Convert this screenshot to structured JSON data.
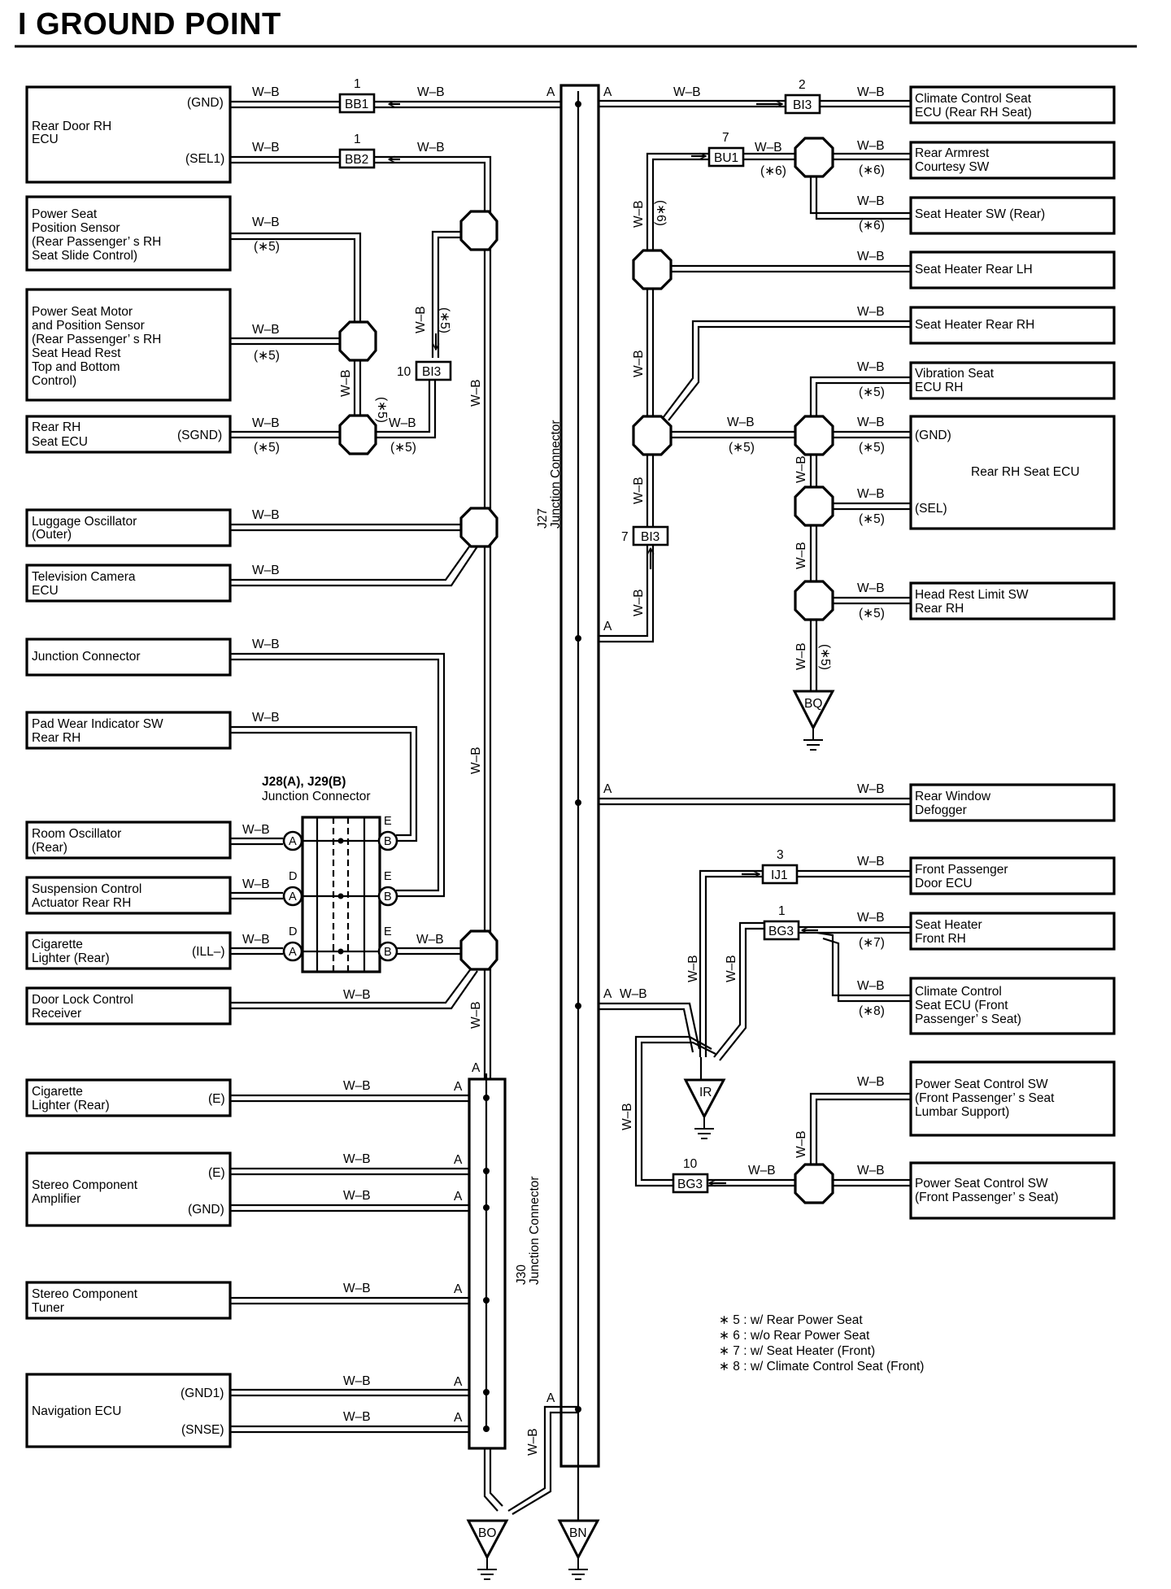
{
  "title": "I  GROUND POINT",
  "wire_color": "W–B",
  "connectors": {
    "bb1": {
      "code": "BB1",
      "pin": "1"
    },
    "bb2": {
      "code": "BB2",
      "pin": "1"
    },
    "bi3_top": {
      "code": "BI3",
      "pin": "2"
    },
    "bu1": {
      "code": "BU1",
      "pin": "7"
    },
    "bi3_left": {
      "code": "BI3",
      "pin": "10"
    },
    "bi3_mid": {
      "code": "BI3",
      "pin": "7"
    },
    "ij1": {
      "code": "IJ1",
      "pin": "3"
    },
    "bg3_top": {
      "code": "BG3",
      "pin": "1"
    },
    "bg3_bottom": {
      "code": "BG3",
      "pin": "10"
    }
  },
  "junctions": {
    "j27": {
      "id": "J27",
      "name": "Junction Connector"
    },
    "j30": {
      "id": "J30",
      "name": "Junction Connector"
    },
    "j28": {
      "id": "J28(A), J29(B)",
      "name": "Junction Connector",
      "pin_a": "A",
      "pin_b": "B",
      "pin_d": "D",
      "pin_e": "E"
    }
  },
  "grounds": {
    "bq": "BQ",
    "ir": "IR",
    "bo": "BO",
    "bn": "BN"
  },
  "pin_a": "A",
  "left_components": {
    "rear_door_rh_ecu": {
      "line1": "Rear Door RH",
      "line2": "ECU",
      "pin_gnd": "(GND)",
      "pin_sel": "(SEL1)"
    },
    "power_seat_pos_sensor": {
      "line1": "Power Seat",
      "line2": "Position Sensor",
      "line3": "(Rear Passenger’ s RH",
      "line4": " Seat Slide Control)"
    },
    "power_seat_motor": {
      "line1": "Power Seat Motor",
      "line2": "and Position Sensor",
      "line3": "(Rear Passenger’ s RH",
      "line4": " Seat Head Rest",
      "line5": " Top and Bottom",
      "line6": " Control)"
    },
    "rear_rh_seat_ecu": {
      "line1": "Rear RH",
      "line2": "Seat ECU",
      "pin": "(SGND)"
    },
    "luggage_osc": {
      "line1": "Luggage Oscillator",
      "line2": "(Outer)"
    },
    "tv_camera": {
      "line1": "Television Camera",
      "line2": "ECU"
    },
    "junction_connector": {
      "line1": "Junction Connector"
    },
    "pad_wear": {
      "line1": "Pad Wear Indicator SW",
      "line2": "Rear RH"
    },
    "room_osc": {
      "line1": "Room Oscillator",
      "line2": "(Rear)"
    },
    "suspension": {
      "line1": "Suspension Control",
      "line2": "Actuator Rear RH"
    },
    "cig_lighter_ill": {
      "line1": "Cigarette",
      "line2": "Lighter (Rear)",
      "pin": "(ILL–)"
    },
    "door_lock": {
      "line1": "Door Lock Control",
      "line2": "Receiver"
    },
    "cig_lighter_e": {
      "line1": "Cigarette",
      "line2": "Lighter (Rear)",
      "pin": "(E)"
    },
    "stereo_amp": {
      "line1": "Stereo Component",
      "line2": "Amplifier",
      "pin_e": "(E)",
      "pin_gnd": "(GND)"
    },
    "stereo_tuner": {
      "line1": "Stereo Component",
      "line2": "Tuner"
    },
    "nav_ecu": {
      "line1": "Navigation ECU",
      "pin_gnd1": "(GND1)",
      "pin_snse": "(SNSE)"
    }
  },
  "right_components": {
    "climate_seat_rear": {
      "line1": "Climate Control Seat",
      "line2": "ECU (Rear RH Seat)"
    },
    "rear_armrest": {
      "line1": "Rear Armrest",
      "line2": "Courtesy SW"
    },
    "seat_heater_sw_rear": {
      "line1": "Seat Heater SW (Rear)"
    },
    "seat_heater_rear_lh": {
      "line1": "Seat Heater Rear LH"
    },
    "seat_heater_rear_rh": {
      "line1": "Seat Heater Rear RH"
    },
    "vibration_seat": {
      "line1": "Vibration Seat",
      "line2": "ECU RH"
    },
    "rear_rh_seat_ecu": {
      "line1": "Rear RH Seat ECU",
      "pin_gnd": "(GND)",
      "pin_sel": "(SEL)"
    },
    "head_rest_limit": {
      "line1": "Head Rest Limit SW",
      "line2": "Rear RH"
    },
    "rear_window_defogger": {
      "line1": "Rear Window",
      "line2": "Defogger"
    },
    "front_pass_door_ecu": {
      "line1": "Front Passenger",
      "line2": "Door ECU"
    },
    "seat_heater_front_rh": {
      "line1": "Seat Heater",
      "line2": "Front RH"
    },
    "climate_seat_front": {
      "line1": "Climate Control",
      "line2": "Seat ECU (Front",
      "line3": "Passenger’ s Seat)"
    },
    "power_seat_sw_lumbar": {
      "line1": "Power Seat Control SW",
      "line2": "(Front Passenger’ s Seat",
      "line3": " Lumbar Support)"
    },
    "power_seat_sw_front": {
      "line1": "Power Seat Control SW",
      "line2": "(Front Passenger’ s Seat)"
    }
  },
  "notes": {
    "n5": "(∗5)",
    "n6": "(∗6)",
    "n7": "(∗7)",
    "n8": "(∗8)"
  },
  "legend": [
    "∗ 5 : w/ Rear Power Seat",
    "∗ 6 : w/o Rear Power Seat",
    "∗ 7 : w/ Seat Heater (Front)",
    "∗ 8 : w/ Climate Control Seat (Front)"
  ]
}
